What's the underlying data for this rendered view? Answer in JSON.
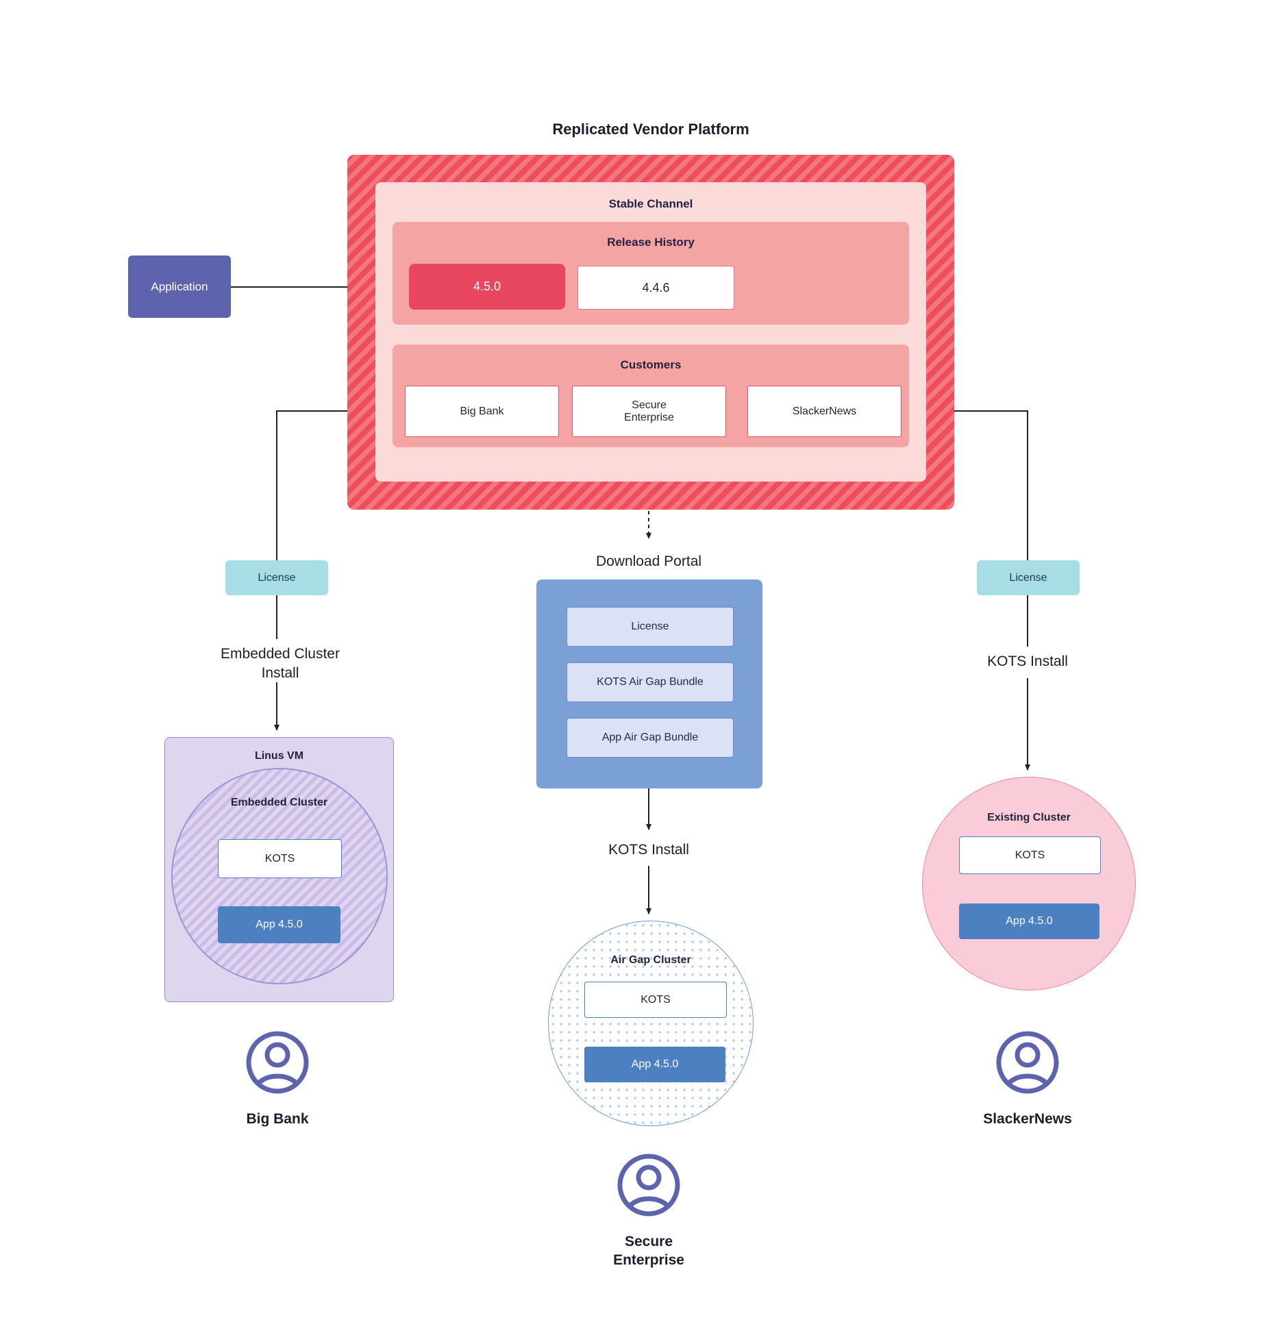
{
  "title": "Replicated Vendor Platform",
  "colors": {
    "platform_red": "#ee4e5c",
    "channel_pink": "#fbdbda",
    "panel_salmon": "#f4a5a3",
    "release_red": "#e9465f",
    "application_purple": "#5d64ad",
    "license_teal": "#a7dde4",
    "portal_blue": "#7ba0d6",
    "app_blue": "#4d80c1",
    "vm_purple": "#ded5ee",
    "cluster_pink": "#f9ccd7",
    "user_icon_purple": "#5d64ad"
  },
  "platform": {
    "stable_channel": {
      "label": "Stable Channel",
      "release_history": {
        "label": "Release History",
        "releases": [
          {
            "version": "4.5.0"
          },
          {
            "version": "4.4.6"
          }
        ]
      },
      "customers": {
        "label": "Customers",
        "items": [
          "Big Bank",
          "Secure Enterprise",
          "SlackerNews"
        ]
      }
    }
  },
  "application": {
    "label": "Application"
  },
  "left_flow": {
    "license": "License",
    "install": "Embedded Cluster Install",
    "vm": "Linus VM",
    "cluster": "Embedded Cluster",
    "kots": "KOTS",
    "app": "App 4.5.0",
    "customer": "Big Bank"
  },
  "middle_flow": {
    "portal_title": "Download Portal",
    "portal_items": [
      "License",
      "KOTS Air Gap Bundle",
      "App Air Gap Bundle"
    ],
    "install": "KOTS Install",
    "cluster": "Air Gap Cluster",
    "kots": "KOTS",
    "app": "App 4.5.0",
    "customer": "Secure Enterprise"
  },
  "right_flow": {
    "license": "License",
    "install": "KOTS Install",
    "cluster": "Existing Cluster",
    "kots": "KOTS",
    "app": "App 4.5.0",
    "customer": "SlackerNews"
  }
}
